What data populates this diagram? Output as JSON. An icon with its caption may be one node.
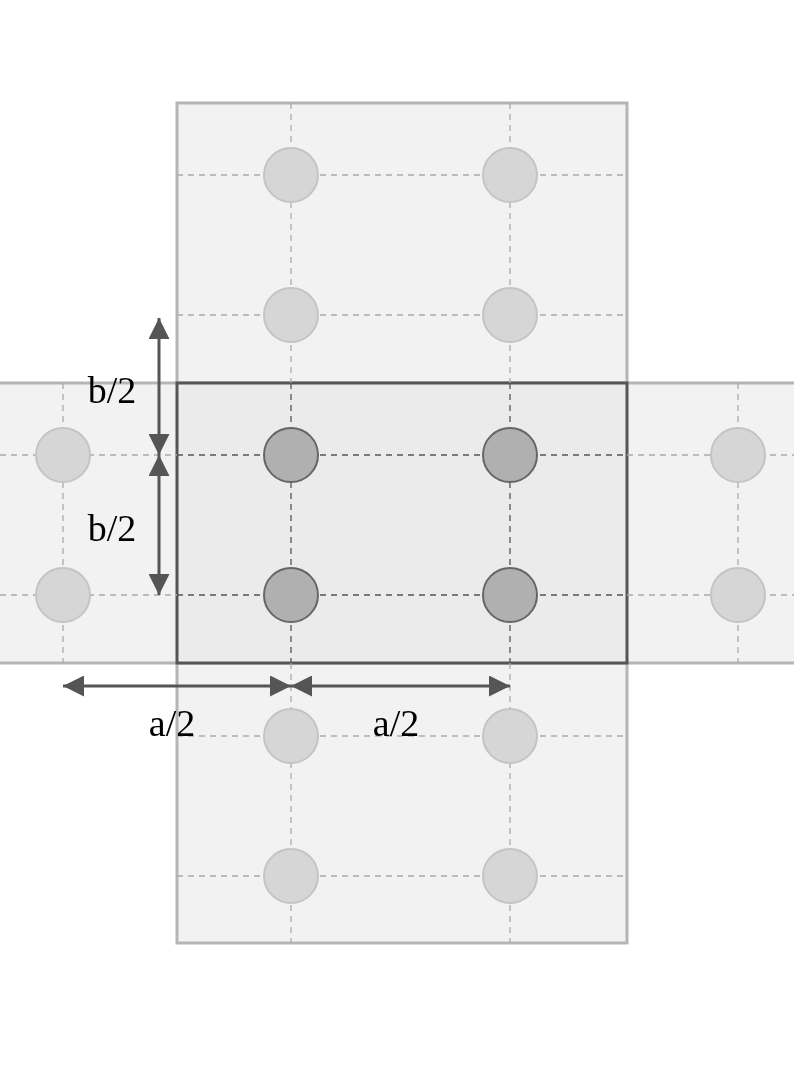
{
  "diagram": {
    "labels": [
      "b/2",
      "b/2",
      "a/2",
      "a/2"
    ]
  }
}
